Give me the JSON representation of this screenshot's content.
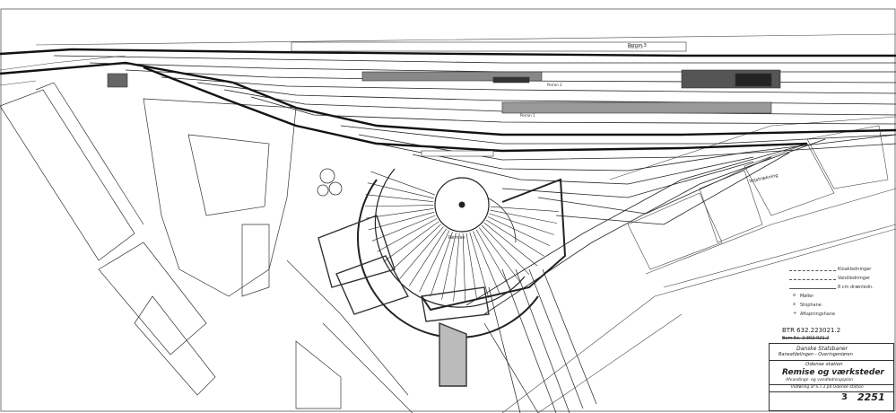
{
  "drawing": {
    "labels": {
      "perron": "Perron 3",
      "remise": "Remise",
      "veje": "Vejstrækning"
    },
    "legend": [
      {
        "symbol": "",
        "label": "Kloakledninger",
        "style": "dashed"
      },
      {
        "symbol": "",
        "label": "Vandledninger",
        "style": "dashed"
      },
      {
        "symbol": "",
        "label": "8 cm drænledn.",
        "style": "solid"
      },
      {
        "symbol": "o",
        "label": "Møller"
      },
      {
        "symbol": "x",
        "label": "Stophane"
      },
      {
        "symbol": "+",
        "label": "Aftapningshane"
      }
    ],
    "title_block": {
      "doc_number": "BTR 632.223021.2",
      "doc_number_old": "Bem.5c. 2.302.021.2",
      "org_line1": "Danske Statsbaner",
      "org_line2": "Baneafdelingen - Overingeniøren",
      "station": "Odense station",
      "title": "Remise og værksteder",
      "subtitle": "Afvandings- og vandledningsplan",
      "revision_note": "Indføring af S.T.3 på Odense station",
      "sheet_no": "3",
      "drawing_no": "2251"
    }
  }
}
